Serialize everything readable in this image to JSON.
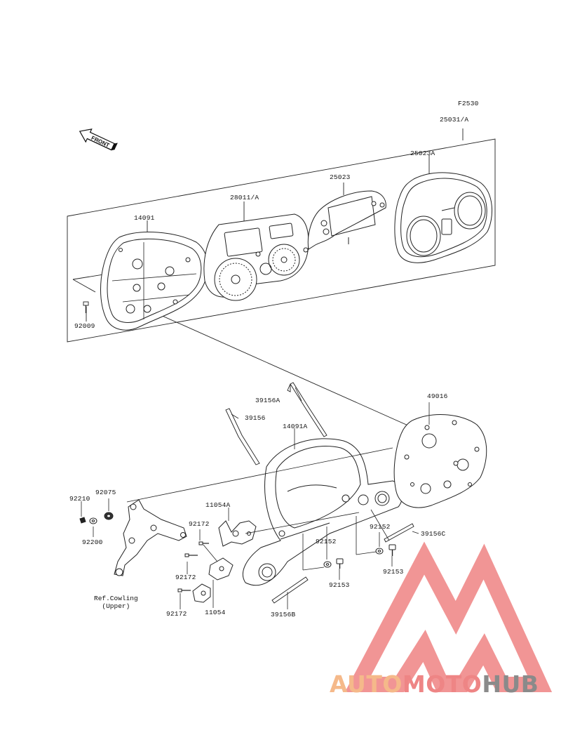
{
  "figure_code": "F2530",
  "front_arrow_label": "FRONT",
  "parts": {
    "p25031": "25031/A",
    "p25023A": "25023A",
    "p25023": "25023",
    "p28011": "28011/A",
    "p14091": "14091",
    "p92009": "92009",
    "p39156A": "39156A",
    "p49016": "49016",
    "p39156": "39156",
    "p14091A": "14091A",
    "p92075": "92075",
    "p92210": "92210",
    "p11054A": "11054A",
    "p92172a": "92172",
    "p92200": "92200",
    "p92152a": "92152",
    "p92152b": "92152",
    "p39156C": "39156C",
    "p92172b": "92172",
    "p92153a": "92153",
    "p92153b": "92153",
    "p92172c": "92172",
    "p11054": "11054",
    "p39156B": "39156B"
  },
  "reference_note": "Ref.Cowling\n(Upper)",
  "watermark": {
    "part1": "AUTO",
    "part2": "MOTO",
    "part3": "HUB",
    "colors": {
      "auto": "#f5b98a",
      "moto": "#ee8585",
      "hub": "#8a8a8a",
      "logo": "#f08a8a"
    }
  }
}
